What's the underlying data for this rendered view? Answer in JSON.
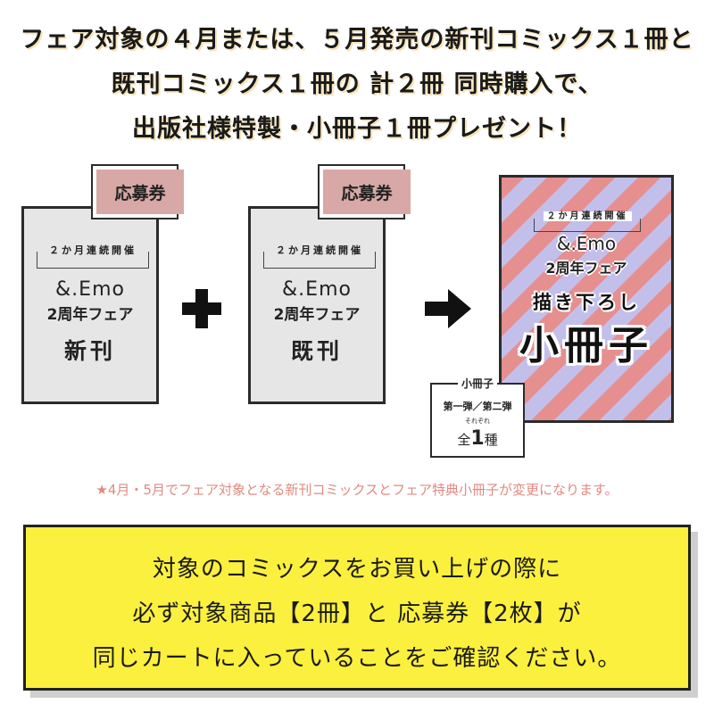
{
  "headline": {
    "line1": "フェア対象の４月または、５月発売の新刊コミックス１冊と",
    "line2": "既刊コミックス１冊の 計２冊 同時購入で、",
    "line3": "出版社様特製・小冊子１冊プレゼント！"
  },
  "card_common": {
    "ticket_label": "応募券",
    "series_label": "２か月連続開催",
    "brand": "&.Emo",
    "fair_title": "2周年フェア"
  },
  "card_new": {
    "label": "新刊"
  },
  "card_old": {
    "label": "既刊"
  },
  "booklet": {
    "series_label": "２か月連続開催",
    "brand": "&.Emo",
    "fair_title": "2周年フェア",
    "subtitle": "描き下ろし",
    "title": "小冊子"
  },
  "volume_box": {
    "title": "小冊子",
    "subtitle": "第一弾／第二弾",
    "note": "それぞれ",
    "count_prefix": "全",
    "count_number": "1",
    "count_suffix": "種"
  },
  "note": "★4月・5月でフェア対象となる新刊コミックスとフェア特典小冊子が変更になります。",
  "notice": {
    "line1": "対象のコミックスをお買い上げの際に",
    "line2": "必ず対象商品【2冊】と 応募券【2枚】が",
    "line3": "同じカートに入っていることをご確認ください。"
  },
  "colors": {
    "ticket": "#d8a8a6",
    "stripe_pink": "#e58f8f",
    "stripe_lavender": "#c3bfeb",
    "notice_bg": "#fbf03e",
    "note_text": "#e08a80"
  }
}
